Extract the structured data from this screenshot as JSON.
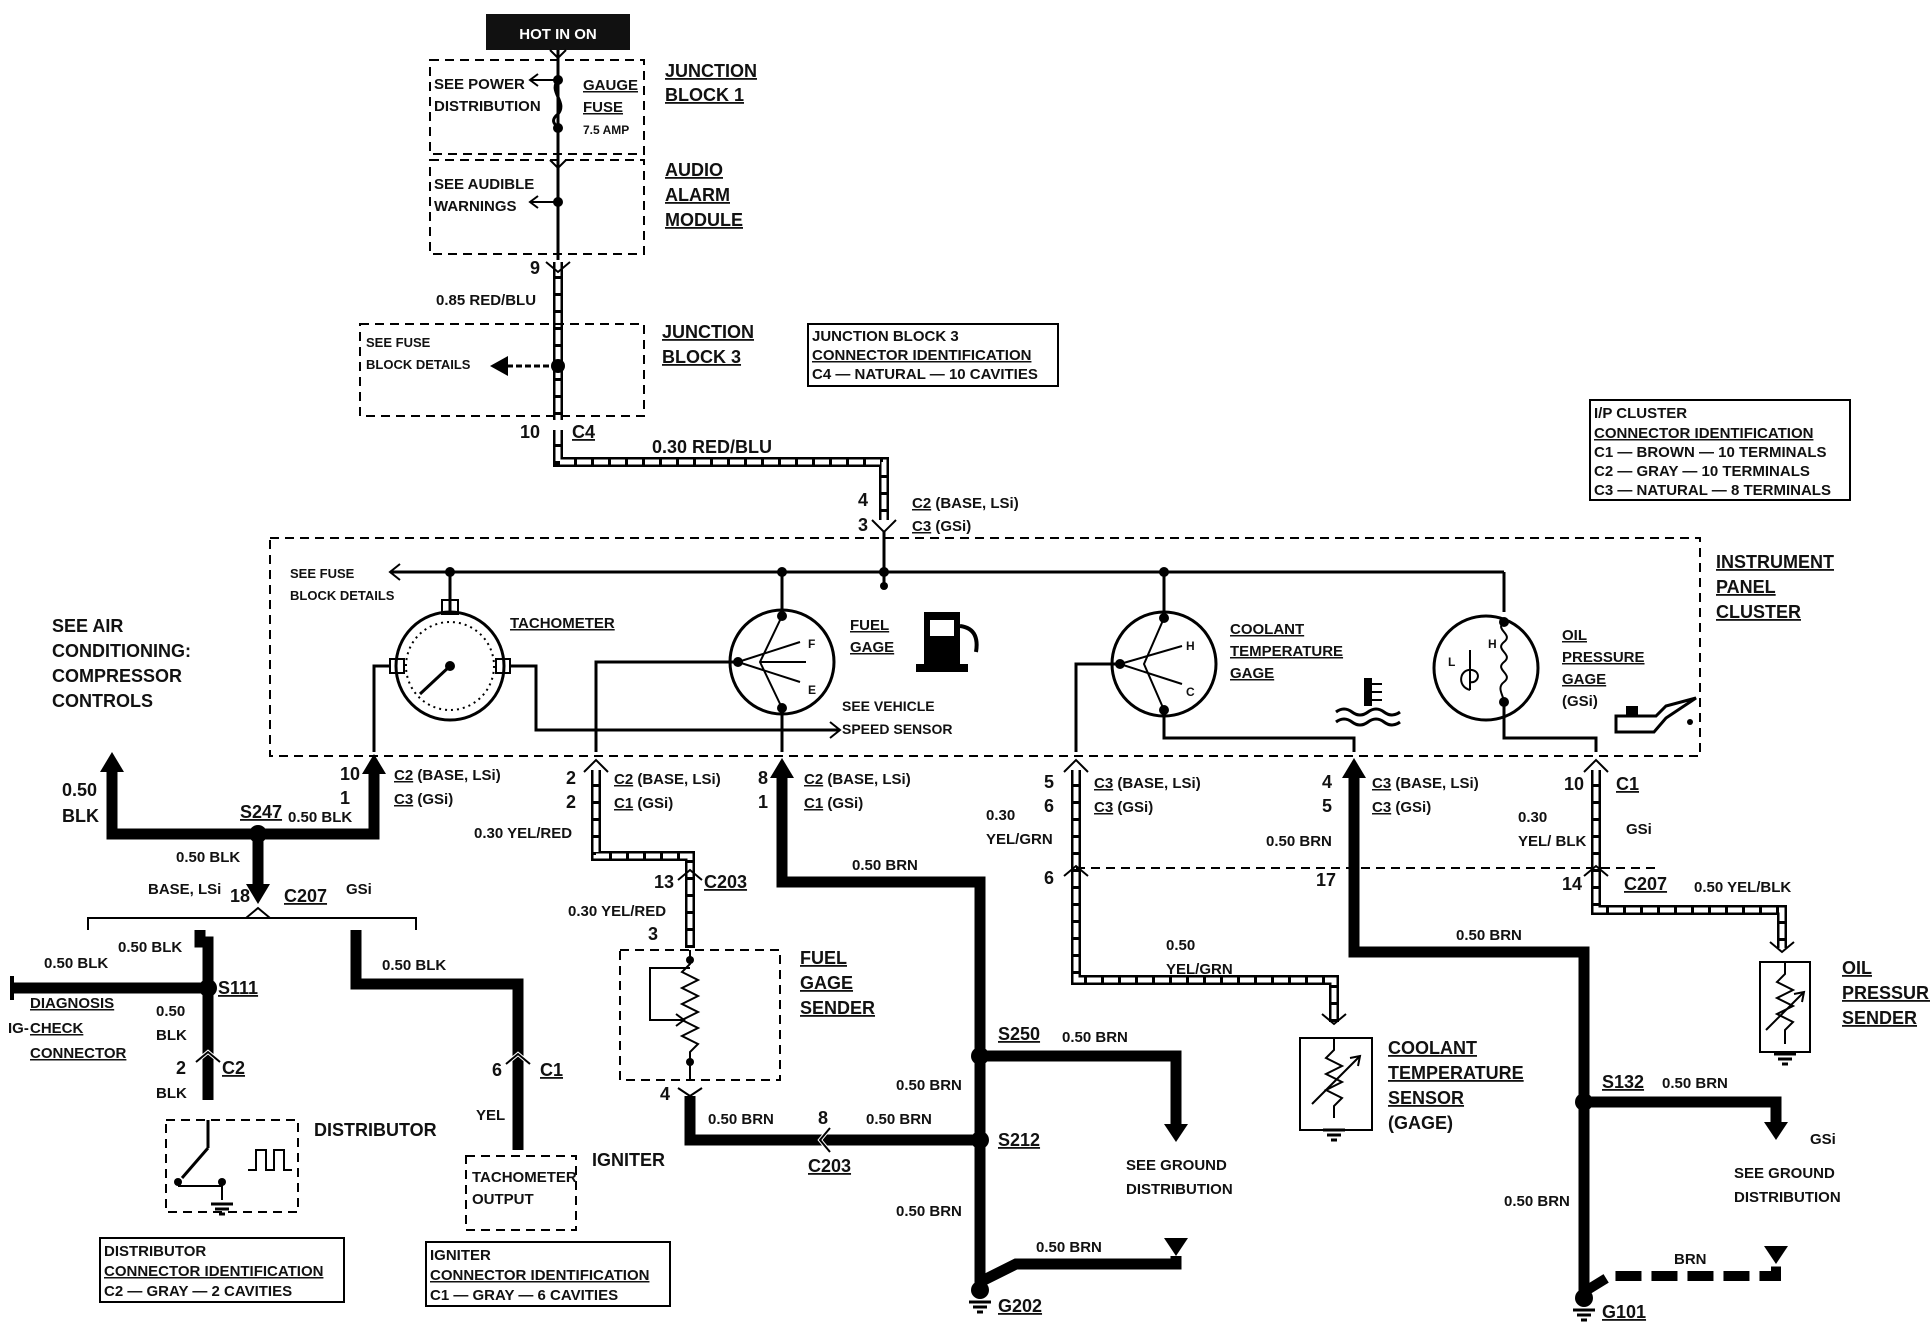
{
  "colors": {
    "ink": "#000000",
    "paper": "#ffffff",
    "hot_box_bg": "#111111",
    "hot_box_text": "#ffffff"
  },
  "hot_in_on": "HOT IN ON",
  "junction_block_1": {
    "title": [
      "JUNCTION",
      "BLOCK 1"
    ],
    "see_power": [
      "SEE POWER",
      "DISTRIBUTION"
    ],
    "fuse": [
      "GAUGE",
      "FUSE",
      "7.5 AMP"
    ]
  },
  "audio_alarm": {
    "title": [
      "AUDIO",
      "ALARM",
      "MODULE"
    ],
    "see": [
      "SEE AUDIBLE",
      "WARNINGS"
    ]
  },
  "wire_9": {
    "pin": "9",
    "label": "0.85 RED/BLU"
  },
  "junction_block_3": {
    "title": [
      "JUNCTION",
      "BLOCK 3"
    ],
    "see": [
      "SEE FUSE",
      "BLOCK DETAILS"
    ],
    "pin": "10",
    "conn": "C4"
  },
  "jb3_conn_id": [
    "JUNCTION BLOCK 3",
    "CONNECTOR IDENTIFICATION",
    "C4 — NATURAL — 10 CAVITIES"
  ],
  "ip_conn_id": [
    "I/P CLUSTER",
    "CONNECTOR IDENTIFICATION",
    "C1 — BROWN — 10 TERMINALS",
    "C2 — GRAY — 10 TERMINALS",
    "C3 — NATURAL — 8 TERMINALS"
  ],
  "wire_red_blu": "0.30 RED/BLU",
  "cluster_in": {
    "pins": [
      "4",
      "3"
    ],
    "c2": "C2",
    "c2_note": " (BASE, LSi)",
    "c3": "C3",
    "c3_note": " (GSi)"
  },
  "instrument_panel_cluster": [
    "INSTRUMENT",
    "PANEL",
    "CLUSTER"
  ],
  "cluster_see_fuse": [
    "SEE FUSE",
    "BLOCK DETAILS"
  ],
  "tachometer": "TACHOMETER",
  "fuel_gage": [
    "FUEL",
    "GAGE"
  ],
  "fuel_letters": [
    "F",
    "E"
  ],
  "see_vss": [
    "SEE VEHICLE",
    "SPEED SENSOR"
  ],
  "coolant_gage": [
    "COOLANT",
    "TEMPERATURE",
    "GAGE"
  ],
  "coolant_letters": [
    "H",
    "C"
  ],
  "oil_gage": [
    "OIL",
    "PRESSURE",
    "GAGE",
    "(GSi)"
  ],
  "oil_letters": [
    "H",
    "L"
  ],
  "see_air": [
    "SEE AIR",
    "CONDITIONING:",
    "COMPRESSOR",
    "CONTROLS"
  ],
  "tach_pins": {
    "pins": [
      "10",
      "1"
    ],
    "c2": "C2",
    "c2_note": " (BASE, LSi)",
    "c3": "C3",
    "c3_note": " (GSi)"
  },
  "blk_050": "0.50",
  "blk_word": "BLK",
  "s247": "S247",
  "wire_050_blk": "0.50 BLK",
  "base_lsi": "BASE, LSi",
  "gsi": "GSi",
  "c207_pin18": "18",
  "c207": "C207",
  "diagnosis": [
    "DIAGNOSIS",
    "CHECK",
    "CONNECTOR"
  ],
  "ig_prefix": "IG-",
  "s111": "S111",
  "dist_c2_pin": "2",
  "c2": "C2",
  "distributor": "DISTRIBUTOR",
  "dist_conn_id": [
    "DISTRIBUTOR",
    "CONNECTOR IDENTIFICATION",
    "C2 — GRAY — 2 CAVITIES"
  ],
  "igniter_pin": "6",
  "c1": "C1",
  "yel": "YEL",
  "igniter": "IGNITER",
  "tach_output": [
    "TACHOMETER",
    "OUTPUT"
  ],
  "igniter_conn_id": [
    "IGNITER",
    "CONNECTOR IDENTIFICATION",
    "C1 — GRAY — 6 CAVITIES"
  ],
  "fuel_pins": {
    "pins": [
      "2",
      "2"
    ],
    "c2": "C2",
    "c2_note": " (BASE, LSi)",
    "c1": "C1",
    "c1_note": " (GSi)"
  },
  "wire_030_yel_red": "0.30 YEL/RED",
  "c203_pin13": "13",
  "c203": "C203",
  "fuel_sender": [
    "FUEL",
    "GAGE",
    "SENDER"
  ],
  "sender_pin3": "3",
  "sender_pin4": "4",
  "c203_pin8": "8",
  "wire_050_brn": "0.50 BRN",
  "gnd_pins": {
    "pins": [
      "8",
      "1"
    ],
    "c2": "C2",
    "c2_note": " (BASE, LSi)",
    "c1": "C1",
    "c1_note": " (GSi)"
  },
  "s250": "S250",
  "s212": "S212",
  "g202": "G202",
  "see_ground": [
    "SEE GROUND",
    "DISTRIBUTION"
  ],
  "coolant_pins": {
    "pins": [
      "5",
      "6"
    ],
    "c3": "C3",
    "c3_note": " (BASE, LSi)",
    "c3b": "C3",
    "c3b_note": " (GSi)"
  },
  "wire_030_yel_grn": [
    "0.30",
    "YEL/GRN"
  ],
  "c207_pin6": "6",
  "wire_050_yel_grn": [
    "0.50",
    "YEL/GRN"
  ],
  "coolant_sensor": [
    "COOLANT",
    "TEMPERATURE",
    "SENSOR",
    "(GAGE)"
  ],
  "coolant_gnd_pins": {
    "pins": [
      "4",
      "5"
    ],
    "c3": "C3",
    "c3_note": " (BASE, LSi)",
    "c3b": "C3",
    "c3b_note": " (GSi)"
  },
  "c207_pin17": "17",
  "s132": "S132",
  "g101": "G101",
  "brn": "BRN",
  "oil_pins": {
    "pin": "10",
    "conn": "C1",
    "note": "GSi"
  },
  "wire_030_yel_blk": [
    "0.30",
    "YEL/ BLK"
  ],
  "c207_pin14": "14",
  "wire_050_yel_blk": "0.50 YEL/BLK",
  "oil_sender": [
    "OIL",
    "PRESSURE",
    "SENDER"
  ]
}
